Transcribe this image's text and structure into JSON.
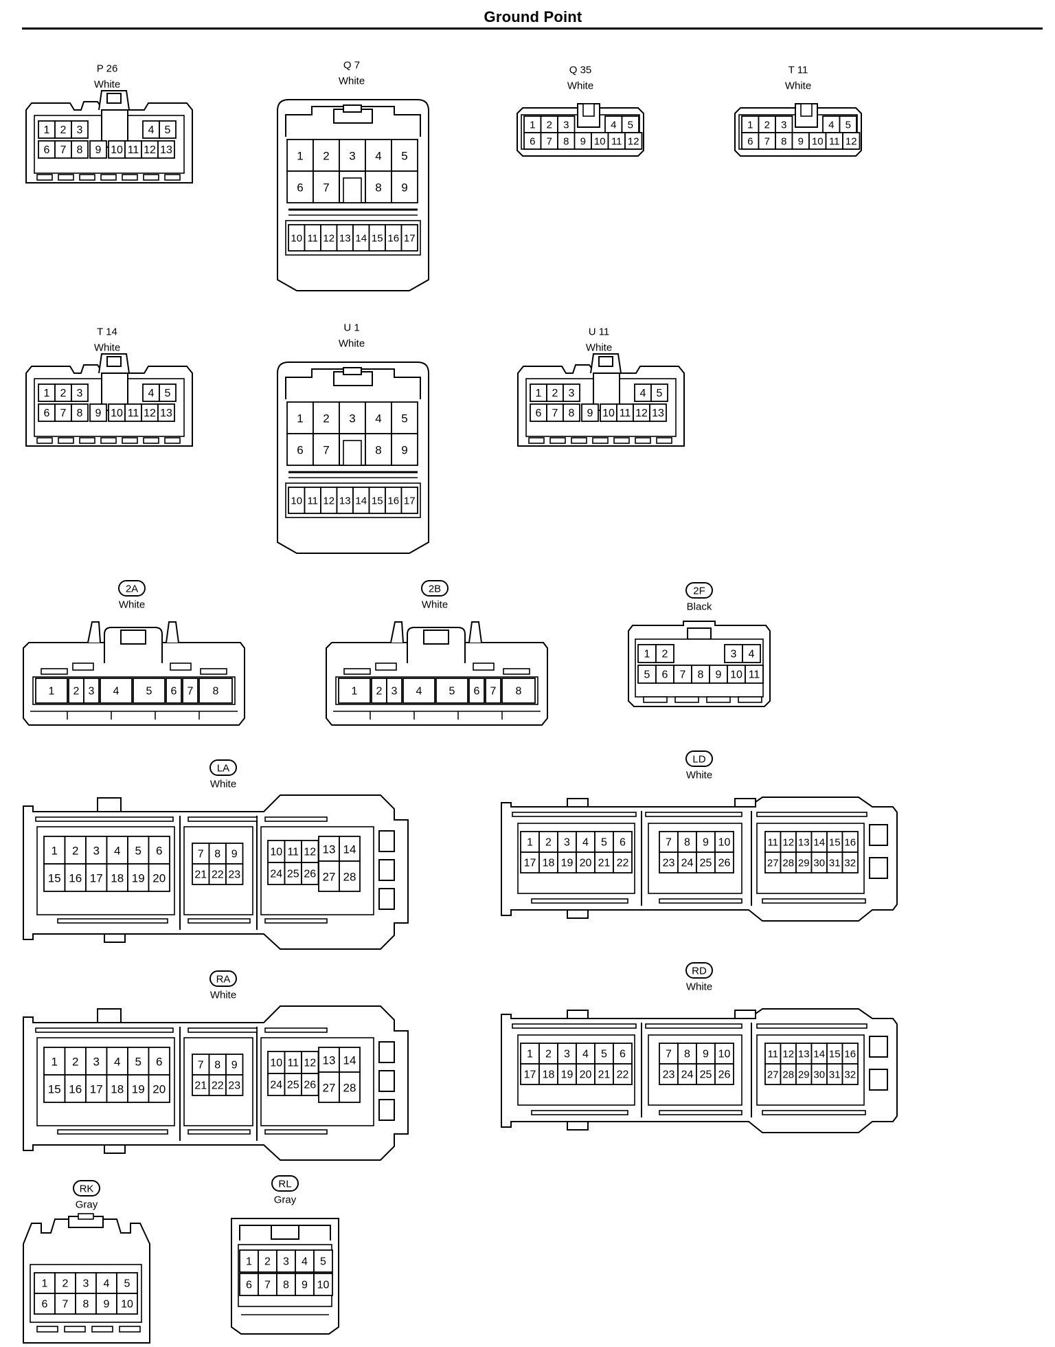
{
  "page": {
    "title": "Ground Point"
  },
  "connectors": [
    {
      "id": "P 26",
      "color": "White",
      "badge": false,
      "pins": [
        "1",
        "2",
        "3",
        "4",
        "5",
        "6",
        "7",
        "8",
        "9",
        "10",
        "11",
        "12",
        "13"
      ]
    },
    {
      "id": "Q 7",
      "color": "White",
      "badge": false,
      "pins": [
        "1",
        "2",
        "3",
        "4",
        "5",
        "6",
        "7",
        "8",
        "9",
        "10",
        "11",
        "12",
        "13",
        "14",
        "15",
        "16",
        "17"
      ]
    },
    {
      "id": "Q 35",
      "color": "White",
      "badge": false,
      "pins": [
        "1",
        "2",
        "3",
        "4",
        "5",
        "6",
        "7",
        "8",
        "9",
        "10",
        "11",
        "12"
      ]
    },
    {
      "id": "T 11",
      "color": "White",
      "badge": false,
      "pins": [
        "1",
        "2",
        "3",
        "4",
        "5",
        "6",
        "7",
        "8",
        "9",
        "10",
        "11",
        "12"
      ]
    },
    {
      "id": "T 14",
      "color": "White",
      "badge": false,
      "pins": [
        "1",
        "2",
        "3",
        "4",
        "5",
        "6",
        "7",
        "8",
        "9",
        "10",
        "11",
        "12",
        "13"
      ]
    },
    {
      "id": "U 1",
      "color": "White",
      "badge": false,
      "pins": [
        "1",
        "2",
        "3",
        "4",
        "5",
        "6",
        "7",
        "8",
        "9",
        "10",
        "11",
        "12",
        "13",
        "14",
        "15",
        "16",
        "17"
      ]
    },
    {
      "id": "U 11",
      "color": "White",
      "badge": false,
      "pins": [
        "1",
        "2",
        "3",
        "4",
        "5",
        "6",
        "7",
        "8",
        "9",
        "10",
        "11",
        "12",
        "13"
      ]
    },
    {
      "id": "2A",
      "color": "White",
      "badge": true,
      "pins": [
        "1",
        "2",
        "3",
        "4",
        "5",
        "6",
        "7",
        "8"
      ]
    },
    {
      "id": "2B",
      "color": "White",
      "badge": true,
      "pins": [
        "1",
        "2",
        "3",
        "4",
        "5",
        "6",
        "7",
        "8"
      ]
    },
    {
      "id": "2F",
      "color": "Black",
      "badge": true,
      "pins": [
        "1",
        "2",
        "3",
        "4",
        "5",
        "6",
        "7",
        "8",
        "9",
        "10",
        "11"
      ]
    },
    {
      "id": "LA",
      "color": "White",
      "badge": true,
      "pins": [
        "1",
        "2",
        "3",
        "4",
        "5",
        "6",
        "7",
        "8",
        "9",
        "10",
        "11",
        "12",
        "13",
        "14",
        "15",
        "16",
        "17",
        "18",
        "19",
        "20",
        "21",
        "22",
        "23",
        "24",
        "25",
        "26",
        "27",
        "28"
      ]
    },
    {
      "id": "LD",
      "color": "White",
      "badge": true,
      "pins": [
        "1",
        "2",
        "3",
        "4",
        "5",
        "6",
        "7",
        "8",
        "9",
        "10",
        "11",
        "12",
        "13",
        "14",
        "15",
        "16",
        "17",
        "18",
        "19",
        "20",
        "21",
        "22",
        "23",
        "24",
        "25",
        "26",
        "27",
        "28",
        "29",
        "30",
        "31",
        "32"
      ]
    },
    {
      "id": "RA",
      "color": "White",
      "badge": true,
      "pins": [
        "1",
        "2",
        "3",
        "4",
        "5",
        "6",
        "7",
        "8",
        "9",
        "10",
        "11",
        "12",
        "13",
        "14",
        "15",
        "16",
        "17",
        "18",
        "19",
        "20",
        "21",
        "22",
        "23",
        "24",
        "25",
        "26",
        "27",
        "28"
      ]
    },
    {
      "id": "RD",
      "color": "White",
      "badge": true,
      "pins": [
        "1",
        "2",
        "3",
        "4",
        "5",
        "6",
        "7",
        "8",
        "9",
        "10",
        "11",
        "12",
        "13",
        "14",
        "15",
        "16",
        "17",
        "18",
        "19",
        "20",
        "21",
        "22",
        "23",
        "24",
        "25",
        "26",
        "27",
        "28",
        "29",
        "30",
        "31",
        "32"
      ]
    },
    {
      "id": "RK",
      "color": "Gray",
      "badge": true,
      "pins": [
        "1",
        "2",
        "3",
        "4",
        "5",
        "6",
        "7",
        "8",
        "9",
        "10"
      ]
    },
    {
      "id": "RL",
      "color": "Gray",
      "badge": true,
      "pins": [
        "1",
        "2",
        "3",
        "4",
        "5",
        "6",
        "7",
        "8",
        "9",
        "10"
      ]
    }
  ]
}
